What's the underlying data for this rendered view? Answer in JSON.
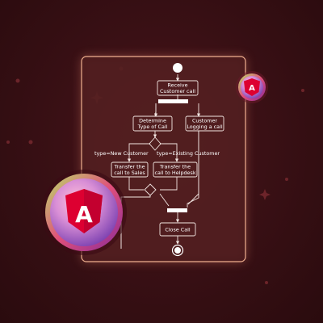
{
  "diagram": {
    "nodes": {
      "receive_call": [
        "Receive",
        "Customer call"
      ],
      "determine_type": [
        "Determine",
        "Type of Call"
      ],
      "customer_logging": [
        "Customer",
        "Logging a call"
      ],
      "transfer_sales": [
        "Transfer the",
        "call to Sales"
      ],
      "transfer_helpdesk": [
        "Transfer the",
        "call to Helpdesk"
      ],
      "close_call": [
        "Close Call"
      ]
    },
    "guards": {
      "new_customer": "type=New Customer",
      "existing_customer": "type=Existing Customer"
    }
  },
  "badges": {
    "large_logo_letter": "A",
    "small_logo_letter": "A"
  },
  "colors": {
    "background": "#3a1015",
    "panel": "#4a1a1c",
    "panel_border": "#f0b090",
    "stroke": "#f2e6e2",
    "logo_red": "#dd0031"
  }
}
